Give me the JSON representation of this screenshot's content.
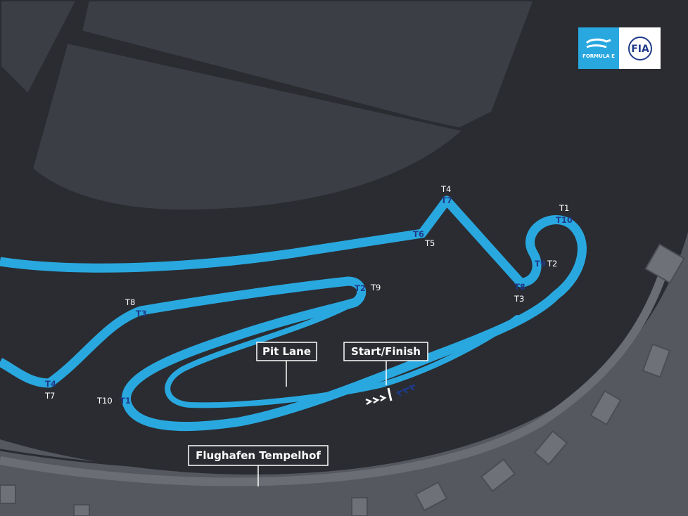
{
  "map": {
    "labels": {
      "pit_lane": "Pit Lane",
      "start_finish": "Start/Finish",
      "venue": "Flughafen Tempelhof"
    },
    "turn_labels_white": [
      "T4",
      "T5",
      "T1",
      "T2",
      "T3",
      "T9",
      "T8",
      "T7",
      "T10"
    ],
    "turn_labels_blue": [
      "T7",
      "T6",
      "T10",
      "T9",
      "T8",
      "T2",
      "T3",
      "T4",
      "T1"
    ],
    "logos": {
      "formula_e": "FORMULA E",
      "fia": "FIA"
    },
    "colors": {
      "background": "#2a2c31",
      "building": "#3b3e44",
      "track": "#29a8e0",
      "track_dark_labels": "#1f3a8a",
      "label_text": "#ffffff"
    }
  }
}
